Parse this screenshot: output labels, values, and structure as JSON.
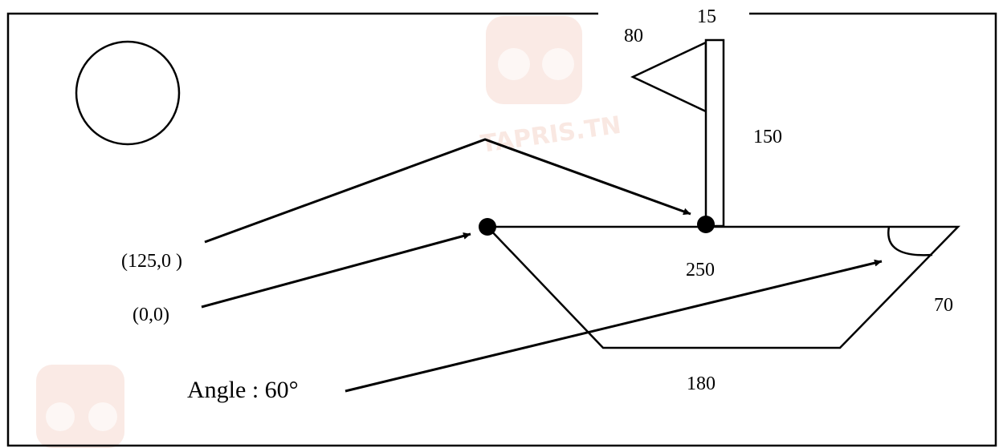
{
  "labels": {
    "flag_width": "80",
    "mast_width": "15",
    "mast_height": "150",
    "deck_length": "250",
    "side_length": "70",
    "bottom_length": "180",
    "point_mast": "(125,0 )",
    "point_origin": "(0,0)",
    "angle": "Angle : 60°"
  },
  "watermark": {
    "text": "TAPRIS.TN"
  }
}
